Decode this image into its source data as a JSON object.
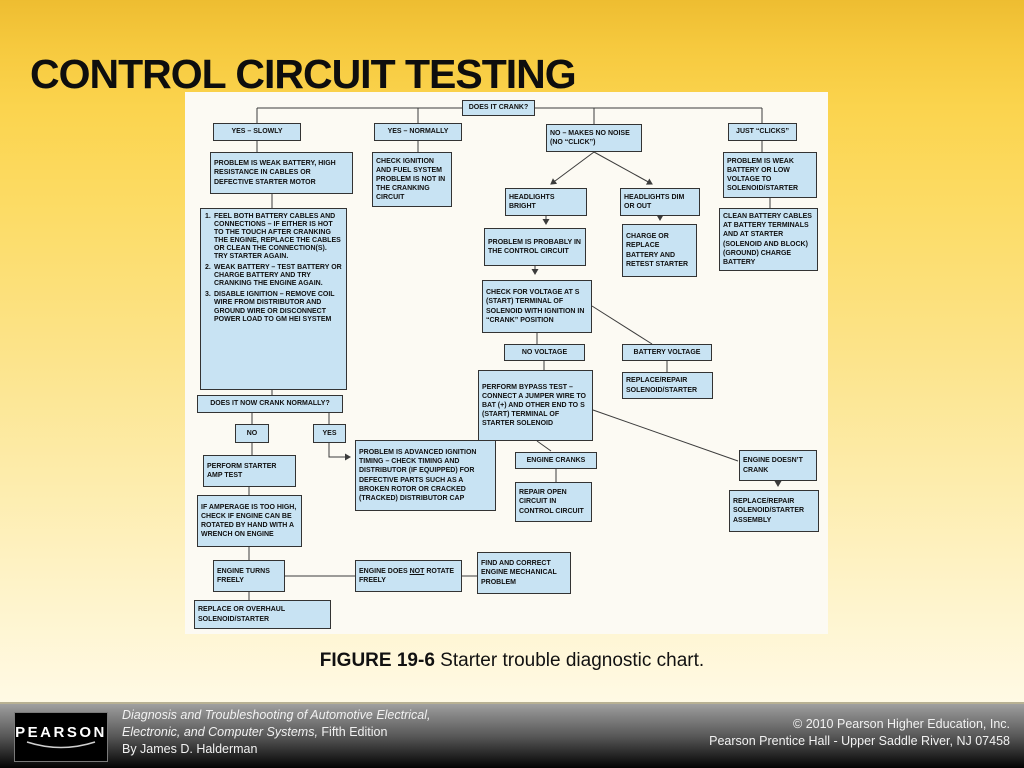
{
  "slide": {
    "title": "CONTROL CIRCUIT TESTING"
  },
  "caption": {
    "label": "FIGURE 19-6",
    "text": "Starter trouble diagnostic chart."
  },
  "footer": {
    "logo_text": "PEARSON",
    "book_line1": "Diagnosis and Troubleshooting of Automotive Electrical,",
    "book_line2_italic": "Electronic, and Computer Systems,",
    "book_line2_regular": "Fifth Edition",
    "book_line3": "By James D. Halderman",
    "copyright_line1": "© 2010 Pearson Higher Education, Inc.",
    "copyright_line2": "Pearson Prentice Hall - Upper Saddle River, NJ 07458"
  },
  "colors": {
    "slide_gold": "#eebd31",
    "node_fill": "#c8e3f3",
    "node_border": "#333333",
    "connector": "#3c3c3c"
  },
  "flowchart": {
    "nodes": {
      "does_it_crank": "DOES IT CRANK?",
      "yes_slowly": "YES – SLOWLY",
      "yes_normally": "YES – NORMALLY",
      "no_noise": "NO – MAKES NO NOISE (NO “CLICK”)",
      "just_clicks": "JUST “CLICKS”",
      "weak_battery_resistance": "PROBLEM IS WEAK BATTERY, HIGH RESISTANCE IN CABLES OR DEFECTIVE STARTER MOTOR",
      "check_ignition": "CHECK IGNITION AND FUEL SYSTEM PROBLEM IS NOT IN THE CRANKING CIRCUIT",
      "headlights_bright": "HEADLIGHTS BRIGHT",
      "headlights_dim": "HEADLIGHTS DIM OR OUT",
      "weak_battery_low_voltage": "PROBLEM IS WEAK BATTERY OR LOW VOLTAGE TO SOLENOID/STARTER",
      "problem_control_circuit": "PROBLEM IS PROBABLY IN THE CONTROL CIRCUIT",
      "charge_replace_battery": "CHARGE OR REPLACE BATTERY AND RETEST STARTER",
      "clean_battery_cables": "CLEAN BATTERY CABLES AT BATTERY TERMINALS AND AT STARTER (SOLENOID AND BLOCK) (GROUND) CHARGE BATTERY",
      "check_voltage_s": "CHECK FOR VOLTAGE AT S (START) TERMINAL OF SOLENOID WITH IGNITION IN “CRANK” POSITION",
      "no_voltage": "NO VOLTAGE",
      "battery_voltage": "BATTERY VOLTAGE",
      "replace_repair_ss": "REPLACE/REPAIR SOLENOID/STARTER",
      "bypass_test": "PERFORM BYPASS TEST – CONNECT A JUMPER WIRE TO BAT (+) AND OTHER END TO S (START) TERMINAL OF STARTER SOLENOID",
      "does_it_now_crank": "DOES IT NOW CRANK NORMALLY?",
      "no_label": "NO",
      "yes_label": "YES",
      "advanced_timing": "PROBLEM IS ADVANCED IGNITION TIMING – CHECK TIMING AND DISTRIBUTOR (IF EQUIPPED) FOR DEFECTIVE PARTS SUCH AS A BROKEN ROTOR OR CRACKED (TRACKED) DISTRIBUTOR CAP",
      "engine_cranks": "ENGINE CRANKS",
      "perform_amp_test": "PERFORM STARTER AMP TEST",
      "repair_open_circuit": "REPAIR OPEN CIRCUIT IN CONTROL CIRCUIT",
      "engine_doesnt_crank": "ENGINE DOESN’T CRANK",
      "amperage_high": "IF AMPERAGE IS TOO HIGH, CHECK IF ENGINE CAN BE ROTATED BY HAND WITH A WRENCH ON ENGINE",
      "replace_repair_assembly": "REPLACE/REPAIR SOLENOID/STARTER ASSEMBLY",
      "engine_turns_freely": "ENGINE TURNS FREELY",
      "find_correct": "FIND AND CORRECT ENGINE MECHANICAL PROBLEM",
      "replace_overhaul": "REPLACE OR OVERHAUL SOLENOID/STARTER"
    },
    "not_rotate": {
      "pre": "ENGINE DOES",
      "not": "NOT",
      "post": "ROTATE FREELY"
    },
    "steps": [
      {
        "num": "1.",
        "text": "FEEL BOTH BATTERY CABLES AND CONNECTIONS – IF EITHER IS HOT TO THE TOUCH AFTER CRANKING THE ENGINE, REPLACE THE CABLES OR CLEAN THE CONNECTION(S). TRY STARTER AGAIN."
      },
      {
        "num": "2.",
        "text": "WEAK BATTERY – TEST BATTERY OR CHARGE BATTERY AND TRY CRANKING THE ENGINE AGAIN."
      },
      {
        "num": "3.",
        "text": "DISABLE IGNITION – REMOVE COIL WIRE FROM DISTRIBUTOR AND GROUND WIRE OR DISCONNECT POWER LOAD TO GM HEI SYSTEM"
      }
    ]
  }
}
